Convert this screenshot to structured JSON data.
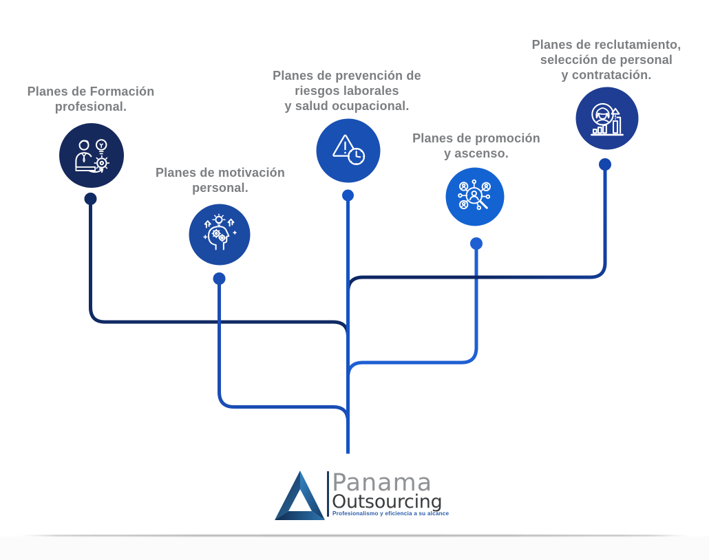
{
  "text_color": "#7c7e81",
  "nodes": [
    {
      "label": "Planes de Formación\nprofesional.",
      "icon": "trainer-idea-gear-icon",
      "circle_color": "#16295c",
      "connector_color": "#102a63"
    },
    {
      "label": "Planes de motivación\npersonal.",
      "icon": "mind-gears-bulb-icon",
      "circle_color": "#1b4aa2",
      "connector_color": "#1a4db4"
    },
    {
      "label": "Planes de prevención de\nriesgos laborales\ny salud ocupacional.",
      "icon": "hazard-warning-clock-icon",
      "circle_color": "#1950b4",
      "connector_color": "#1553c4"
    },
    {
      "label": "Planes de promoción\ny ascenso.",
      "icon": "talent-search-network-icon",
      "circle_color": "#1463d2",
      "connector_color": "#1e5fd3"
    },
    {
      "label": "Planes de reclutamiento,\nselección de personal\ny contratación.",
      "icon": "recruitment-growth-icon",
      "circle_color": "#1f3d92",
      "connector_color_start": "#1546ae",
      "connector_color_end": "#0d2763"
    }
  ],
  "logo": {
    "mark": "triangle-a-logo",
    "brand_top": "Panama",
    "brand_bottom": "Outsourcing",
    "tagline": "Profesionalismo y eficiencia a su alcance",
    "brand_top_color": "#909295",
    "brand_bottom_color": "#3a3c3e",
    "tagline_color": "#2b5ca8"
  }
}
